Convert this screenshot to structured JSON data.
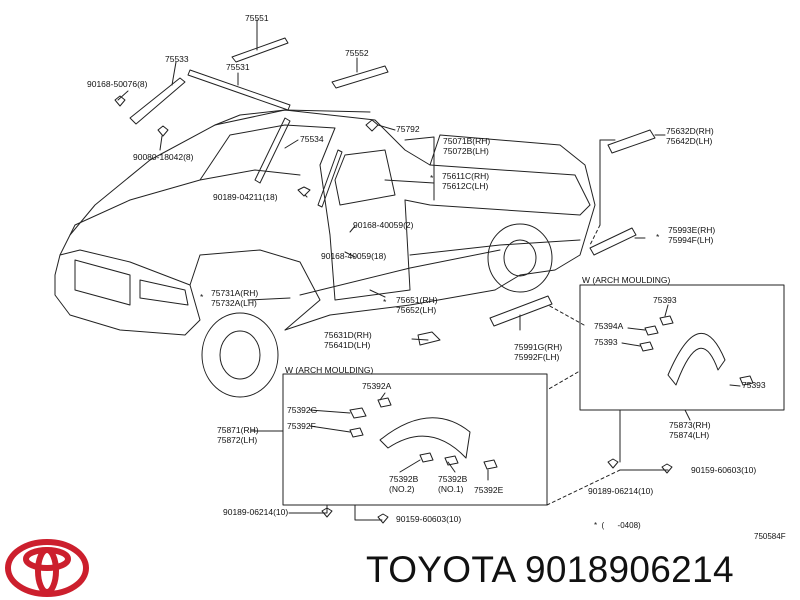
{
  "labels": {
    "p75551": "75551",
    "p75533": "75533",
    "p75531": "75531",
    "p75552": "75552",
    "p90168_50076": "90168-50076(8)",
    "p90080_18042": "90080-18042(8)",
    "p75534": "75534",
    "p75792": "75792",
    "p75071B": "75071B(RH)\n75072B(LH)",
    "p75632D": "75632D(RH)\n75642D(LH)",
    "p75611C": "75611C(RH)\n75612C(LH)",
    "p90189_04211": "90189-04211(18)",
    "p90168_40059a": "90168-40059(2)",
    "p90168_40059b": "90168-40059(18)",
    "p75993E": "75993E(RH)\n75994F(LH)",
    "p75731A": "75731A(RH)\n75732A(LH)",
    "p75651H": "75651(RH)\n75652(LH)",
    "p75631D": "75631D(RH)\n75641D(LH)",
    "p75991G": "75991G(RH)\n75992F(LH)",
    "p75871": "75871(RH)\n75872(LH)",
    "p75392A": "75392A",
    "p75392G": "75392G",
    "p75392F": "75392F",
    "p75392B2": "75392B\n(NO.2)",
    "p75392B1": "75392B\n(NO.1)",
    "p75392E": "75392E",
    "p90189_06214a": "90189-06214(10)",
    "p90159_60603a": "90159-60603(10)",
    "p75393a": "75393",
    "p75394A": "75394A",
    "p75393b": "75393",
    "p75393c": "75393",
    "p75873": "75873(RH)\n75874(LH)",
    "p90159_60603b": "90159-60603(10)",
    "p90189_06214b": "90189-06214(10)"
  },
  "star": "*",
  "box_left_title": "W (ARCH MOULDING)",
  "box_right_title": "W (ARCH MOULDING)",
  "legend": "*  (      -0408)",
  "diagram_code": "750584F",
  "brand_text": "TOYOTA 9018906214",
  "colors": {
    "logo_red": "#cc1f2d",
    "line": "#222222"
  }
}
